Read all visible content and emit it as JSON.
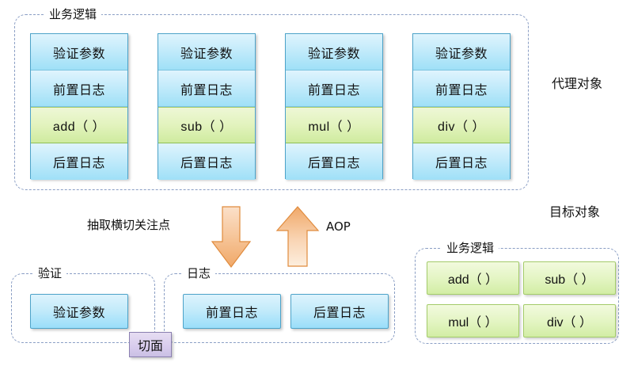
{
  "diagram": {
    "title_labels": {
      "proxy_object": "代理对象",
      "target_object": "目标对象",
      "aop": "AOP",
      "extract_crosscutting": "抽取横切关注点"
    },
    "proxy_group": {
      "label": "业务逻辑",
      "columns": [
        {
          "cells": [
            {
              "text": "验证参数",
              "kind": "blue"
            },
            {
              "text": "前置日志",
              "kind": "blue"
            },
            {
              "text": "add（ ）",
              "kind": "green"
            },
            {
              "text": "后置日志",
              "kind": "blue"
            }
          ]
        },
        {
          "cells": [
            {
              "text": "验证参数",
              "kind": "blue"
            },
            {
              "text": "前置日志",
              "kind": "blue"
            },
            {
              "text": "sub（ ）",
              "kind": "green"
            },
            {
              "text": "后置日志",
              "kind": "blue"
            }
          ]
        },
        {
          "cells": [
            {
              "text": "验证参数",
              "kind": "blue"
            },
            {
              "text": "前置日志",
              "kind": "blue"
            },
            {
              "text": "mul（ ）",
              "kind": "green"
            },
            {
              "text": "后置日志",
              "kind": "blue"
            }
          ]
        },
        {
          "cells": [
            {
              "text": "验证参数",
              "kind": "blue"
            },
            {
              "text": "前置日志",
              "kind": "blue"
            },
            {
              "text": "div（ ）",
              "kind": "green"
            },
            {
              "text": "后置日志",
              "kind": "blue"
            }
          ]
        }
      ]
    },
    "aspect_badge": {
      "label": "切面"
    },
    "validation_group": {
      "label": "验证",
      "boxes": [
        {
          "text": "验证参数"
        }
      ]
    },
    "logging_group": {
      "label": "日志",
      "boxes": [
        {
          "text": "前置日志"
        },
        {
          "text": "后置日志"
        }
      ]
    },
    "target_group": {
      "label": "业务逻辑",
      "boxes": [
        {
          "text": "add（ ）"
        },
        {
          "text": "sub（ ）"
        },
        {
          "text": "mul（ ）"
        },
        {
          "text": "div（ ）"
        }
      ]
    },
    "arrows": {
      "down": "down-arrow",
      "up": "up-arrow"
    },
    "colors": {
      "dashed_border": "#8a9ec4",
      "blue_fill": "#9fe0f7",
      "blue_border": "#4da3c9",
      "green_fill": "#cfeb9f",
      "green_border": "#a4cc6a",
      "arrow_fill": "#f3b178",
      "badge_fill": "#d8cced"
    }
  }
}
